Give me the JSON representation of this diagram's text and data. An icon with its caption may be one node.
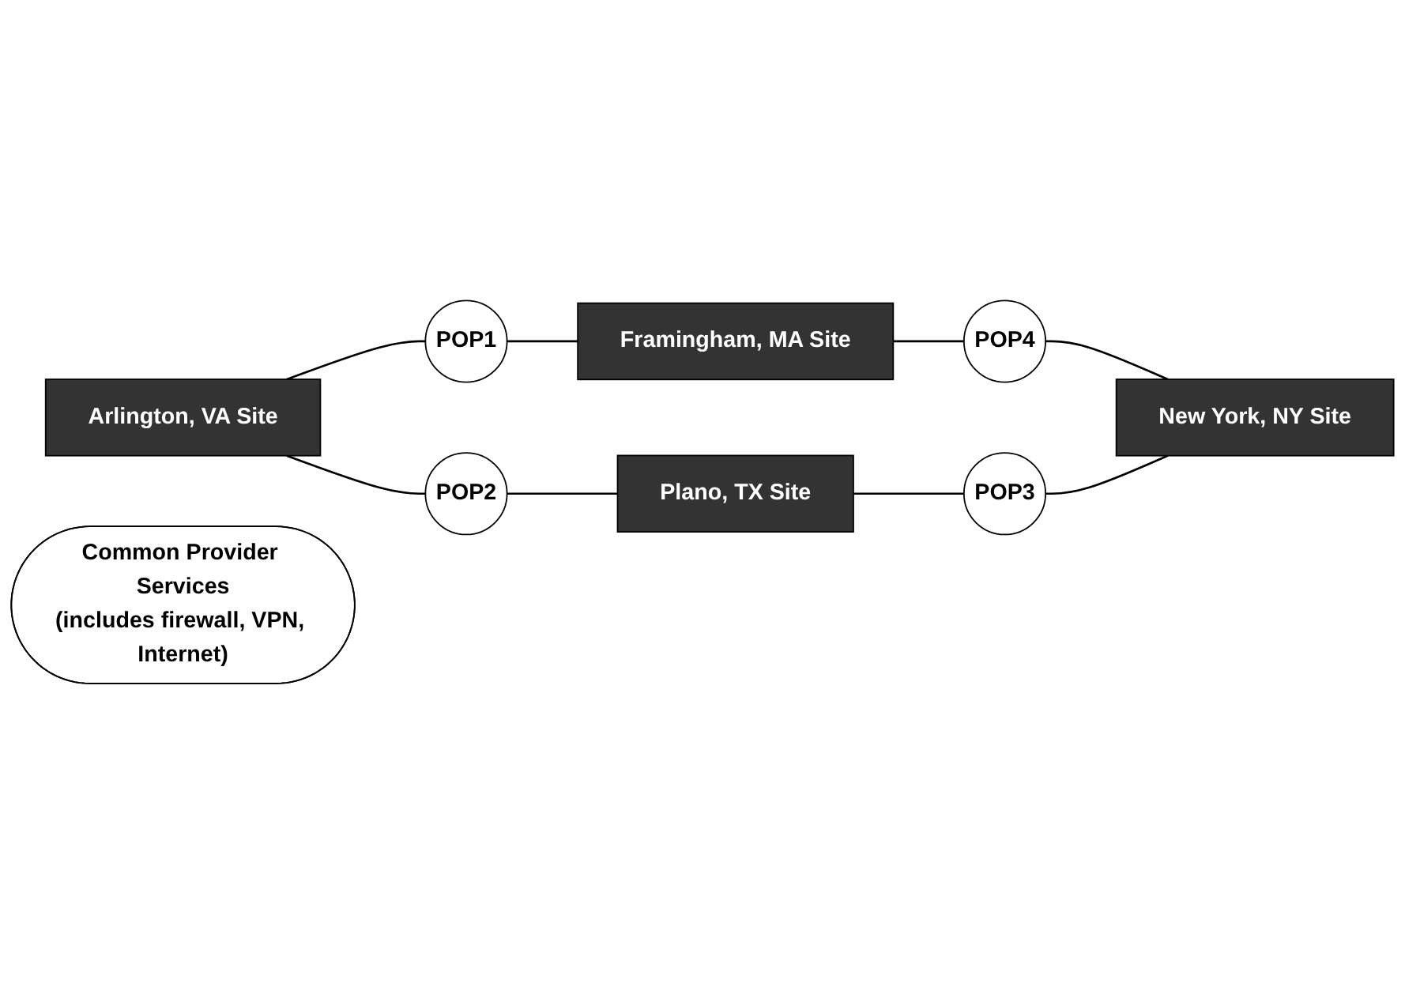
{
  "diagram": {
    "nodes": [
      {
        "text": [
          "Arlington, VA Site"
        ]
      },
      {
        "text": [
          "POP1"
        ]
      },
      {
        "text": [
          "Framingham, MA Site"
        ]
      },
      {
        "text": [
          "POP2"
        ]
      },
      {
        "text": [
          "Common Provider Services",
          "(includes firewall, VPN, Internet)"
        ]
      },
      {
        "text": [
          "POP4"
        ]
      },
      {
        "text": [
          "Plano, TX Site"
        ]
      },
      {
        "text": [
          "POP3"
        ]
      },
      {
        "text": [
          "New York, NY Site"
        ]
      }
    ],
    "edges": [
      {
        "from": 0,
        "to": 1,
        "arrow": "none"
      },
      {
        "from": 1,
        "to": 2,
        "arrow": "none"
      },
      {
        "from": 0,
        "to": 3,
        "arrow": "none"
      },
      {
        "from": 2,
        "to": 5,
        "arrow": "none"
      },
      {
        "from": 3,
        "to": 6,
        "arrow": "none"
      },
      {
        "from": 5,
        "to": 8,
        "arrow": "none"
      },
      {
        "from": 6,
        "to": 7,
        "arrow": "none"
      },
      {
        "from": 7,
        "to": 8,
        "arrow": "none"
      }
    ]
  }
}
